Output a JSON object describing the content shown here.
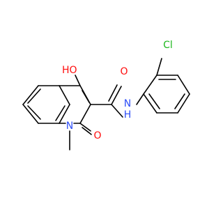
{
  "colors": {
    "carbon": "#000000",
    "oxygen": "#ff0d0d",
    "nitrogen": "#3050f8",
    "chlorine": "#1fb81f",
    "background": "#ffffff"
  },
  "atoms": {
    "hydroxyl": "HO",
    "amide_oxygen": "O",
    "amide_nitrogen": "N",
    "amide_hydrogen": "H",
    "ring_nitrogen": "N",
    "ring_carbonyl_oxygen": "O",
    "chlorine": "Cl"
  }
}
